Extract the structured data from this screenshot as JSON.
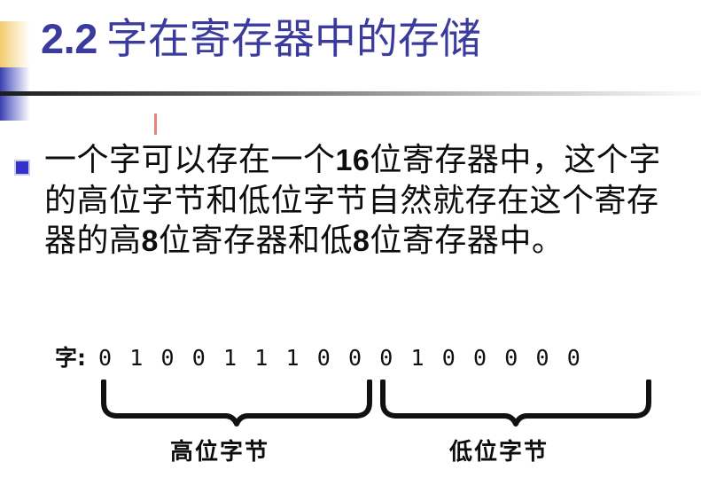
{
  "slide": {
    "title_number": "2.2",
    "title_text": "字在寄存器中的存储",
    "title_color": "#3B3B9E",
    "accent_blue": "#3333CC",
    "caret_color": "#E0645A"
  },
  "body": {
    "bullet_glyph": "square-bullet",
    "line1_a": "一个字可以存在一个",
    "line1_b": "16",
    "line1_c": "位寄存器中，",
    "line2": "这个字的高位字节和低位字节自然",
    "line3_a": "就存在这个寄存器的高",
    "line3_b": "8",
    "line3_c": "位寄存器",
    "line4_a": "和低",
    "line4_b": "8",
    "line4_c": "位寄存器中。"
  },
  "diagram": {
    "word_label": "字:",
    "bits": "0100111000100000",
    "bits_spaced": "0 1 0 0 1 1 1 0 0 0 1 0 0 0 0 0",
    "high_byte": "01001110",
    "low_byte": "00100000",
    "high_byte_label": "高位字节",
    "low_byte_label": "低位字节",
    "brace_high_name": "high-byte-brace",
    "brace_low_name": "low-byte-brace"
  }
}
